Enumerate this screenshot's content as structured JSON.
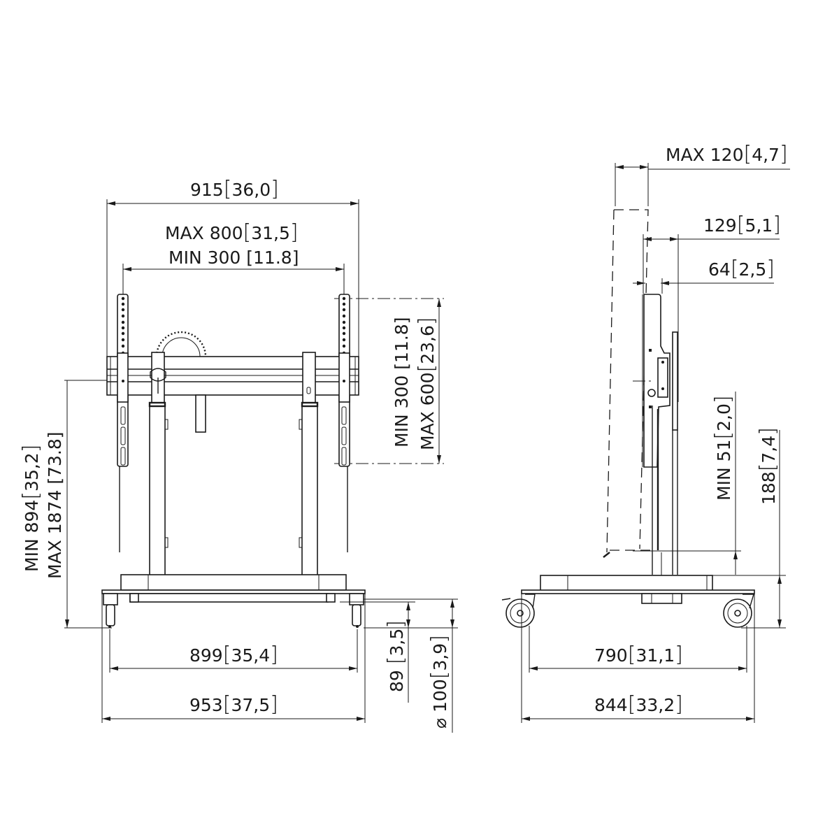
{
  "drawing": {
    "views": [
      "front-view",
      "side-view"
    ],
    "line_color": "#1a1a1a",
    "background": "#ffffff"
  },
  "front": {
    "overall_width": {
      "mm": "915",
      "in": "36,0"
    },
    "mount_width_max": {
      "prefix": "MAX",
      "mm": "800",
      "in": "31,5"
    },
    "mount_width_min": {
      "prefix": "MIN",
      "mm": "300",
      "in": "11.8"
    },
    "mount_height_min": {
      "prefix": "MIN",
      "mm": "300",
      "in": "11.8"
    },
    "mount_height_max": {
      "prefix": "MAX",
      "mm": "600",
      "in": "23,6"
    },
    "center_height_min": {
      "prefix": "MIN",
      "mm": "894",
      "in": "35,2"
    },
    "center_height_max": {
      "prefix": "MAX",
      "mm": "1874",
      "in": "73.8"
    },
    "caster_spacing": {
      "mm": "899",
      "in": "35,4"
    },
    "base_width": {
      "mm": "953",
      "in": "37,5"
    },
    "caster_height": {
      "mm": "89",
      "in": "3,5"
    },
    "wheel_diameter": {
      "prefix": "⌀",
      "mm": "100",
      "in": "3,9"
    }
  },
  "side": {
    "tilt_max": {
      "prefix": "MAX",
      "mm": "120",
      "in": "4,7"
    },
    "depth_mount": {
      "mm": "129",
      "in": "5,1"
    },
    "depth_interface": {
      "mm": "64",
      "in": "2,5"
    },
    "min_clearance": {
      "prefix": "MIN",
      "mm": "51",
      "in": "2,0"
    },
    "base_height": {
      "mm": "188",
      "in": "7,4"
    },
    "caster_spacing": {
      "mm": "790",
      "in": "31,1"
    },
    "base_depth": {
      "mm": "844",
      "in": "33,2"
    }
  }
}
